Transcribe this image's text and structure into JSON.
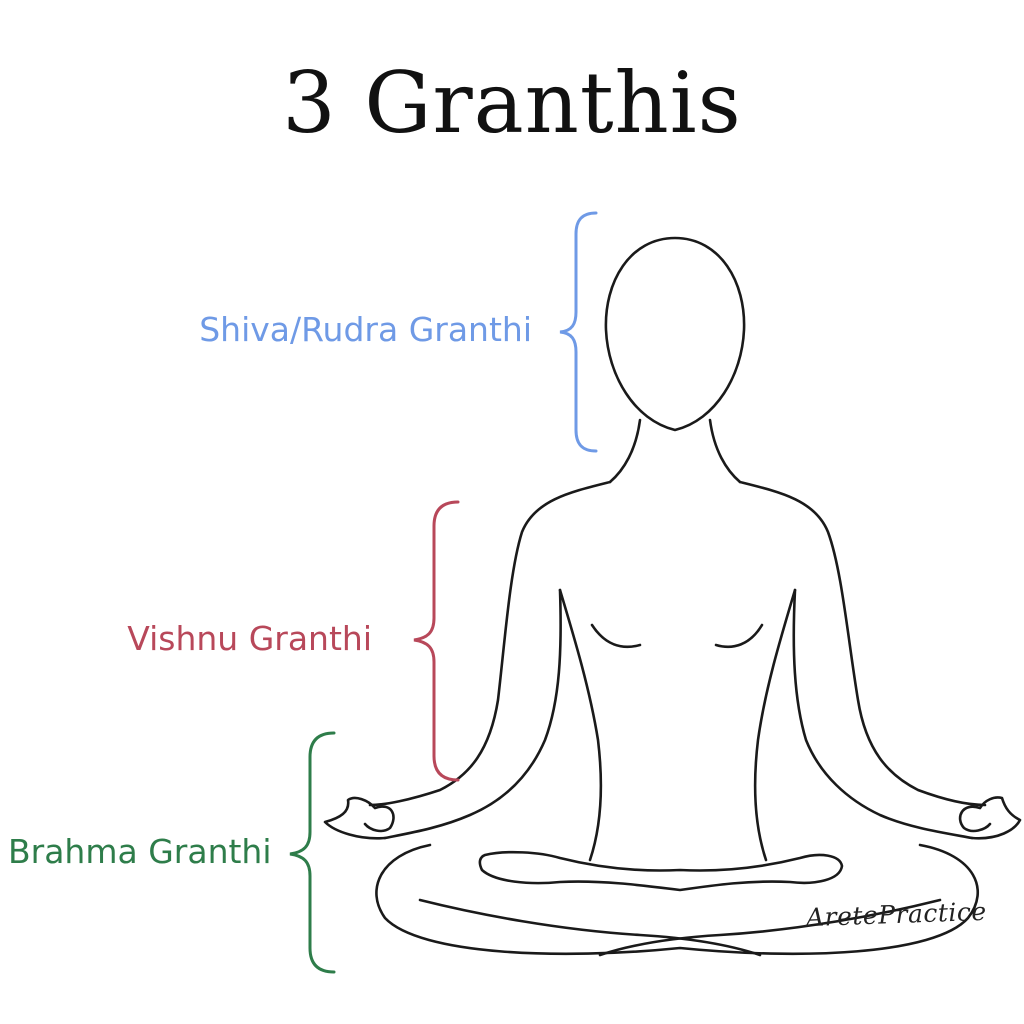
{
  "title": "3 Granthis",
  "granthis": [
    {
      "label": "Shiva/Rudra Granthi",
      "color": "#6f9ae6"
    },
    {
      "label": "Vishnu Granthi",
      "color": "#b8485a"
    },
    {
      "label": "Brahma Granthi",
      "color": "#2e7d4a"
    }
  ],
  "signature": "AretePractice",
  "figure": {
    "line_color": "#1a1a1a",
    "icon": "meditating-figure-icon"
  }
}
